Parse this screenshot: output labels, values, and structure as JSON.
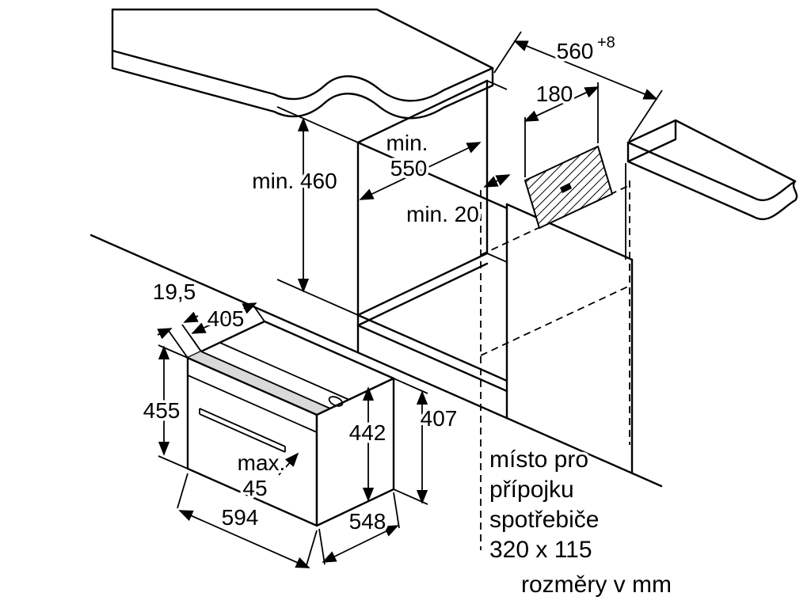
{
  "diagram": {
    "dimensions": {
      "niche_width": "560",
      "niche_width_tolerance": "+8",
      "vent_depth": "180",
      "niche_depth_label": "min.",
      "niche_depth_value": "550",
      "niche_height": "min. 460",
      "rear_gap": "min. 20",
      "top_front_offset": "19,5",
      "top_depth": "405",
      "front_height": "455",
      "body_height": "442",
      "rear_height": "407",
      "handle_label": "max.",
      "handle_value": "45",
      "appliance_width": "594",
      "appliance_depth": "548"
    },
    "connection_note": {
      "line1": "místo pro",
      "line2": "přípojku",
      "line3": "spotřebiče",
      "line4": "320 x 115"
    },
    "units_note": "rozměry v mm",
    "colors": {
      "surface": "#e8e8e8",
      "oven_top_strip": "#d9d9d9"
    }
  }
}
